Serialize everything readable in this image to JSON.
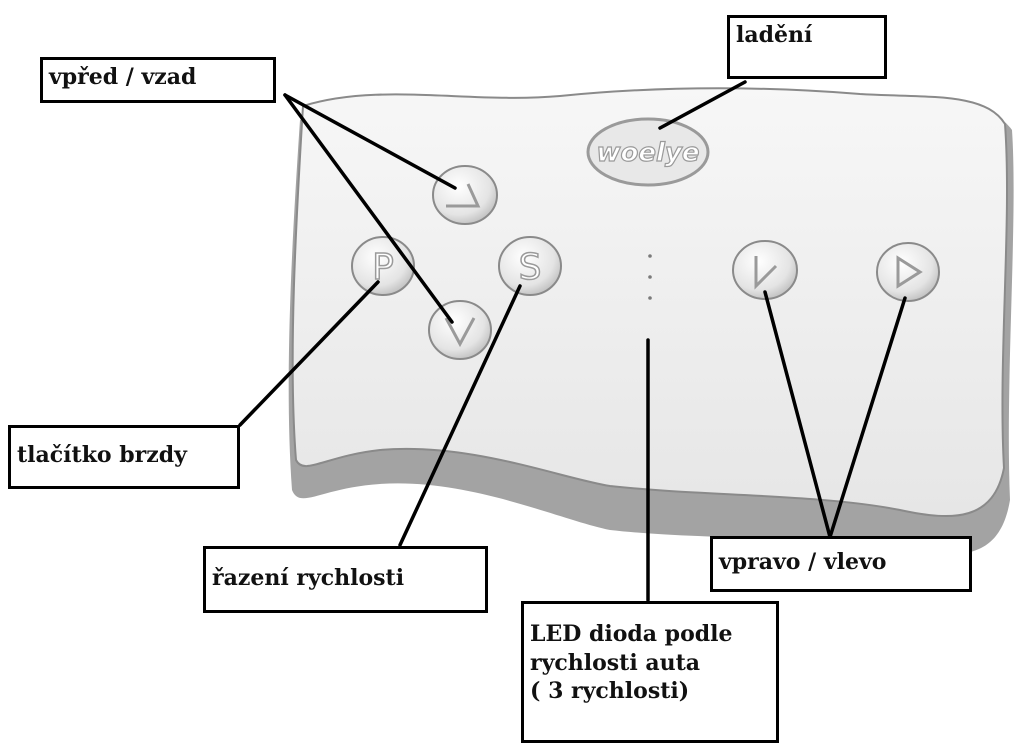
{
  "remote": {
    "logo_text": "woelye",
    "buttons": {
      "p": "P",
      "s": "S"
    }
  },
  "labels": {
    "forward_back": "vpřed  / vzad",
    "tuning": "ladění",
    "brake": "tlačítko brzdy",
    "gear": "řazení rychlosti",
    "right_left": "vpravo / vlevo",
    "led_line1": "LED dioda podle",
    "led_line2": "rychlosti auta",
    "led_line3": "( 3 rychlosti)"
  },
  "colors": {
    "remote_body": "#eeeeee",
    "remote_shadow": "#9a9a9a",
    "button": "#e9e9e9",
    "outline": "#000000"
  }
}
